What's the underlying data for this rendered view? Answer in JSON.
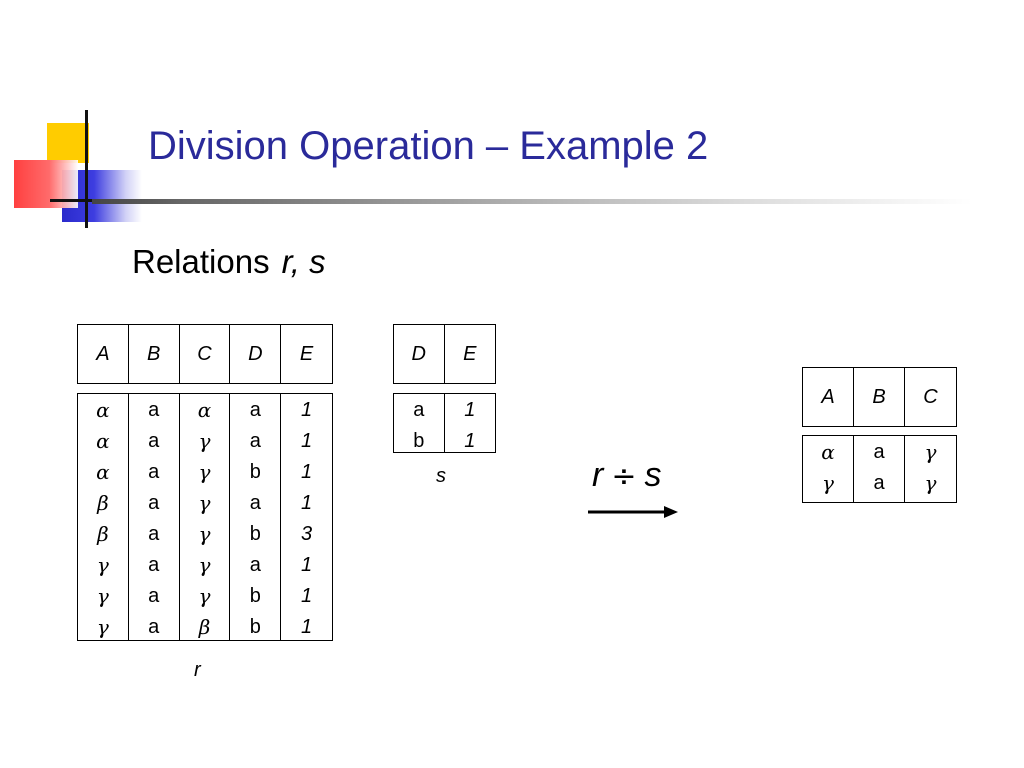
{
  "slide": {
    "title": "Division Operation – Example 2",
    "subtitle": {
      "label": "Relations",
      "vars": "r, s"
    }
  },
  "relation_r": {
    "caption": "r",
    "headers": [
      "A",
      "B",
      "C",
      "D",
      "E"
    ],
    "columns": [
      [
        "α",
        "α",
        "α",
        "β",
        "β",
        "γ",
        "γ",
        "γ"
      ],
      [
        "a",
        "a",
        "a",
        "a",
        "a",
        "a",
        "a",
        "a"
      ],
      [
        "α",
        "γ",
        "γ",
        "γ",
        "γ",
        "γ",
        "γ",
        "β"
      ],
      [
        "a",
        "a",
        "b",
        "a",
        "b",
        "a",
        "b",
        "b"
      ],
      [
        "1",
        "1",
        "1",
        "1",
        "3",
        "1",
        "1",
        "1"
      ]
    ]
  },
  "relation_s": {
    "caption": "s",
    "headers": [
      "D",
      "E"
    ],
    "columns": [
      [
        "a",
        "b"
      ],
      [
        "1",
        "1"
      ]
    ]
  },
  "operation": {
    "left": "r",
    "operator": "÷",
    "right": "s"
  },
  "result": {
    "headers": [
      "A",
      "B",
      "C"
    ],
    "columns": [
      [
        "α",
        "γ"
      ],
      [
        "a",
        "a"
      ],
      [
        "γ",
        "γ"
      ]
    ]
  }
}
